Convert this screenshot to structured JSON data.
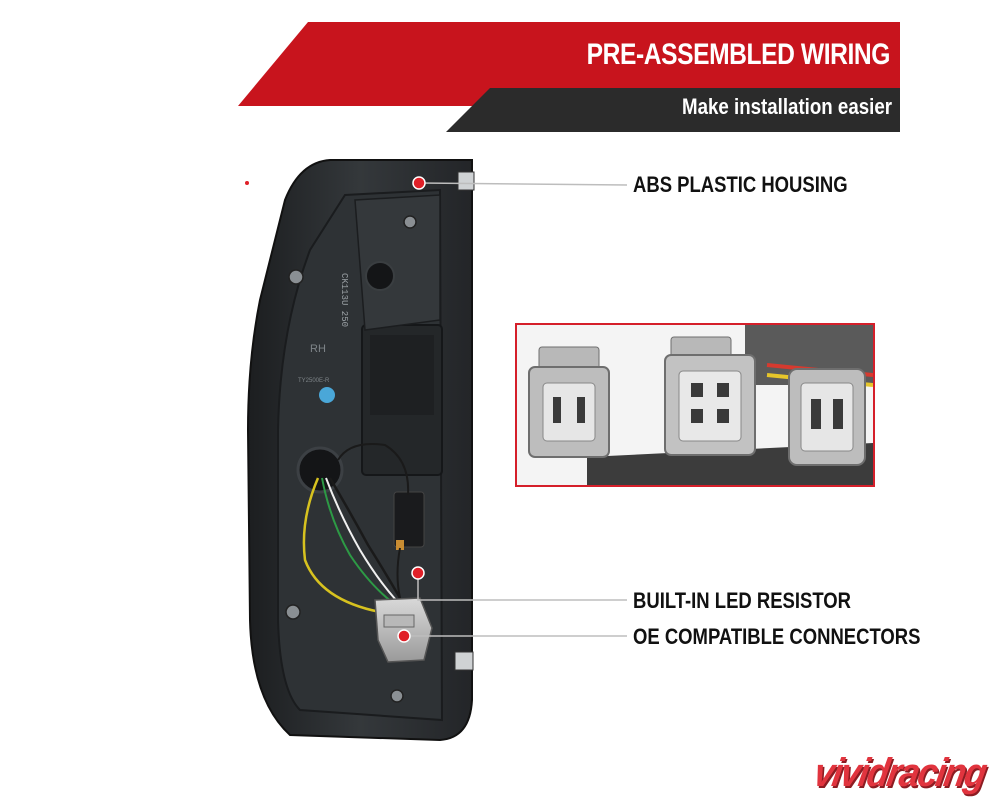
{
  "banner": {
    "title": "PRE-ASSEMBLED WIRING",
    "subtitle": "Make installation easier",
    "title_color": "#c8141d",
    "subtitle_color": "#2b2b2b"
  },
  "callouts": [
    {
      "label": "ABS PLASTIC HOUSING"
    },
    {
      "label": "BUILT-IN LED RESISTOR"
    },
    {
      "label": "OE COMPATIBLE CONNECTORS"
    }
  ],
  "housing_markings": {
    "part_code": "CK113U 250",
    "side": "RH",
    "model_code": "TY2500E-R"
  },
  "watermark": "vividracing",
  "colors": {
    "accent": "#d51f2a",
    "housing": "#2a2d30"
  }
}
